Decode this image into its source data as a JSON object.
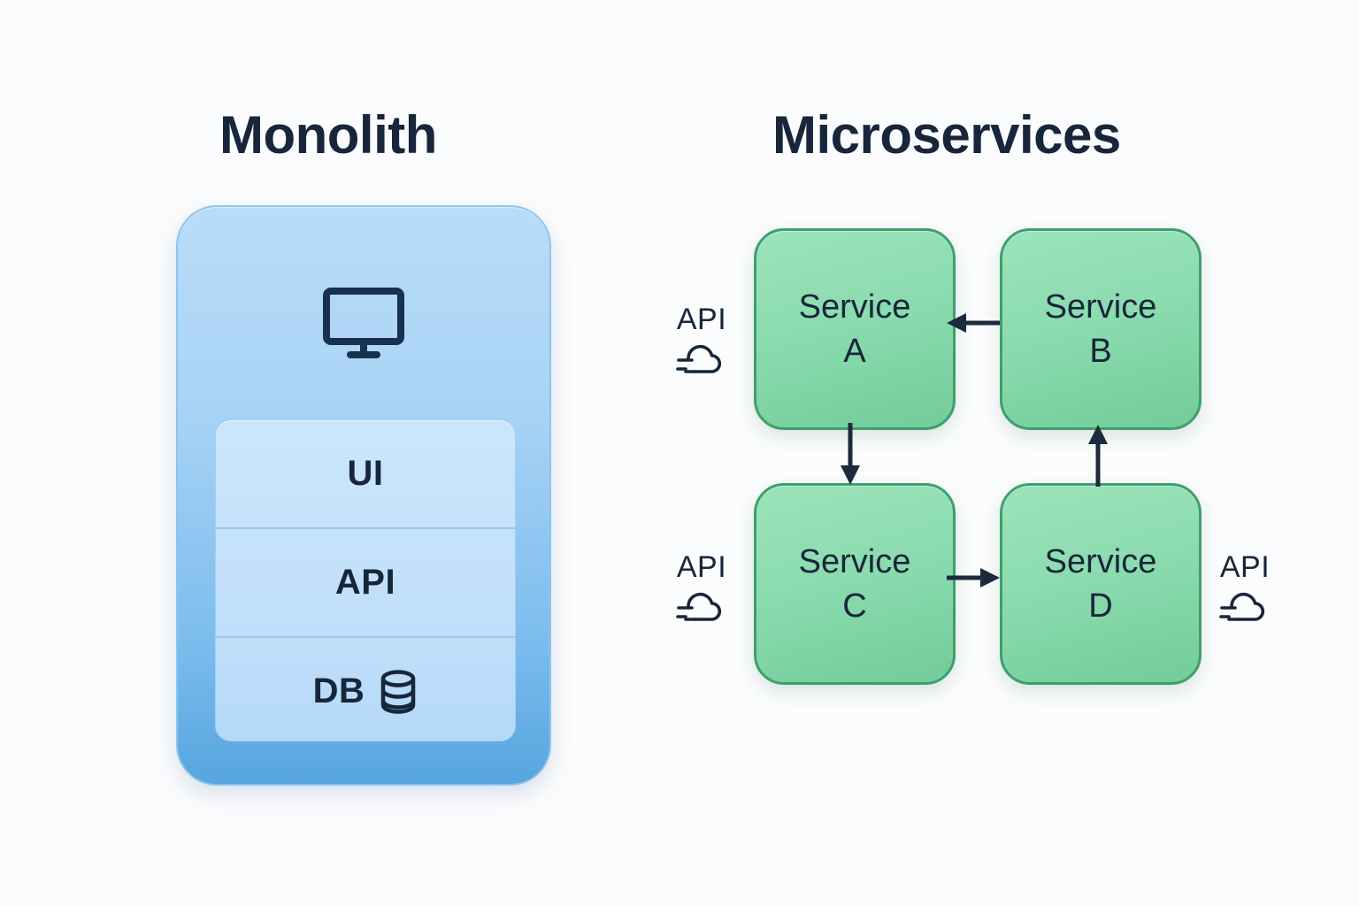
{
  "diagram": {
    "background_color": "#fbfcfd",
    "panels": [
      {
        "id": "monolith",
        "title": "Monolith",
        "accent_color": "#7cbdee",
        "border_color": "#8cc4ee",
        "icon": "monitor-icon",
        "layers": [
          {
            "label": "UI",
            "icon": null
          },
          {
            "label": "API",
            "icon": null
          },
          {
            "label": "DB",
            "icon": "database-icon"
          }
        ]
      },
      {
        "id": "microservices",
        "title": "Microservices",
        "accent_color": "#72cc99",
        "border_color": "#3f9e6d",
        "services": [
          {
            "id": "service-a",
            "name": "Service",
            "letter": "A"
          },
          {
            "id": "service-b",
            "name": "Service",
            "letter": "B"
          },
          {
            "id": "service-c",
            "name": "Service",
            "letter": "C"
          },
          {
            "id": "service-d",
            "name": "Service",
            "letter": "D"
          }
        ],
        "api_tags": [
          {
            "id": "api-a",
            "label": "API",
            "icon": "cloud-api-icon",
            "attached_to": "service-a"
          },
          {
            "id": "api-c",
            "label": "API",
            "icon": "cloud-api-icon",
            "attached_to": "service-c"
          },
          {
            "id": "api-d",
            "label": "API",
            "icon": "cloud-api-icon",
            "attached_to": "service-d"
          }
        ],
        "connections": [
          {
            "id": "arrow-b-to-a",
            "from": "service-b",
            "to": "service-a",
            "direction": "left"
          },
          {
            "id": "arrow-a-to-c",
            "from": "service-a",
            "to": "service-c",
            "direction": "down"
          },
          {
            "id": "arrow-d-to-b",
            "from": "service-d",
            "to": "service-b",
            "direction": "up"
          },
          {
            "id": "arrow-c-to-d",
            "from": "service-c",
            "to": "service-d",
            "direction": "right"
          }
        ],
        "arrow_color": "#1b2a3d"
      }
    ]
  }
}
